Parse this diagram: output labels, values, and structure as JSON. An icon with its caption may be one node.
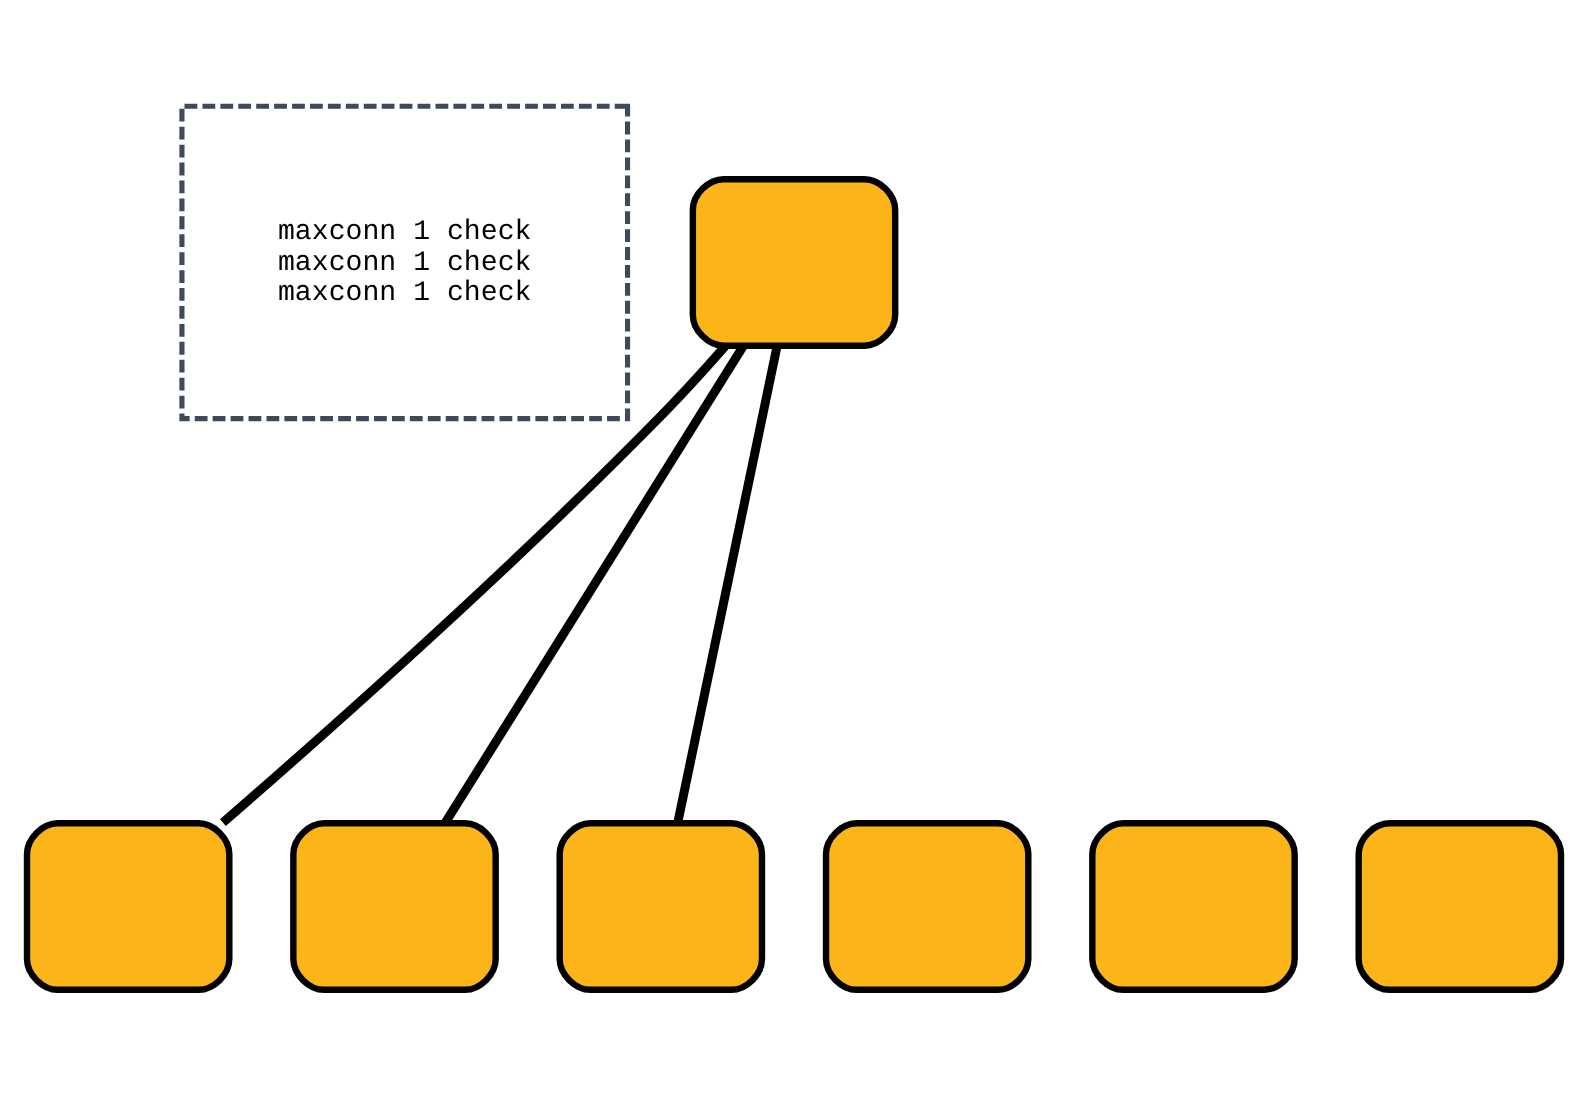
{
  "diagram": {
    "nodes": [
      {
        "text": [
          "maxconn 1 check",
          "maxconn 1 check",
          "maxconn 1 check"
        ]
      },
      {
        "text": [],
        "shape": "box"
      },
      {
        "text": [],
        "shape": "box"
      },
      {
        "text": [],
        "shape": "box"
      },
      {
        "text": [],
        "shape": "box"
      },
      {
        "text": [],
        "shape": "box"
      },
      {
        "text": [],
        "shape": "box"
      },
      {
        "text": [],
        "shape": "box"
      }
    ],
    "edges": [
      {
        "from": 1,
        "to": 2,
        "arrow": "none"
      },
      {
        "from": 1,
        "to": 3,
        "arrow": "none"
      },
      {
        "from": 1,
        "to": 4,
        "arrow": "none"
      }
    ]
  }
}
